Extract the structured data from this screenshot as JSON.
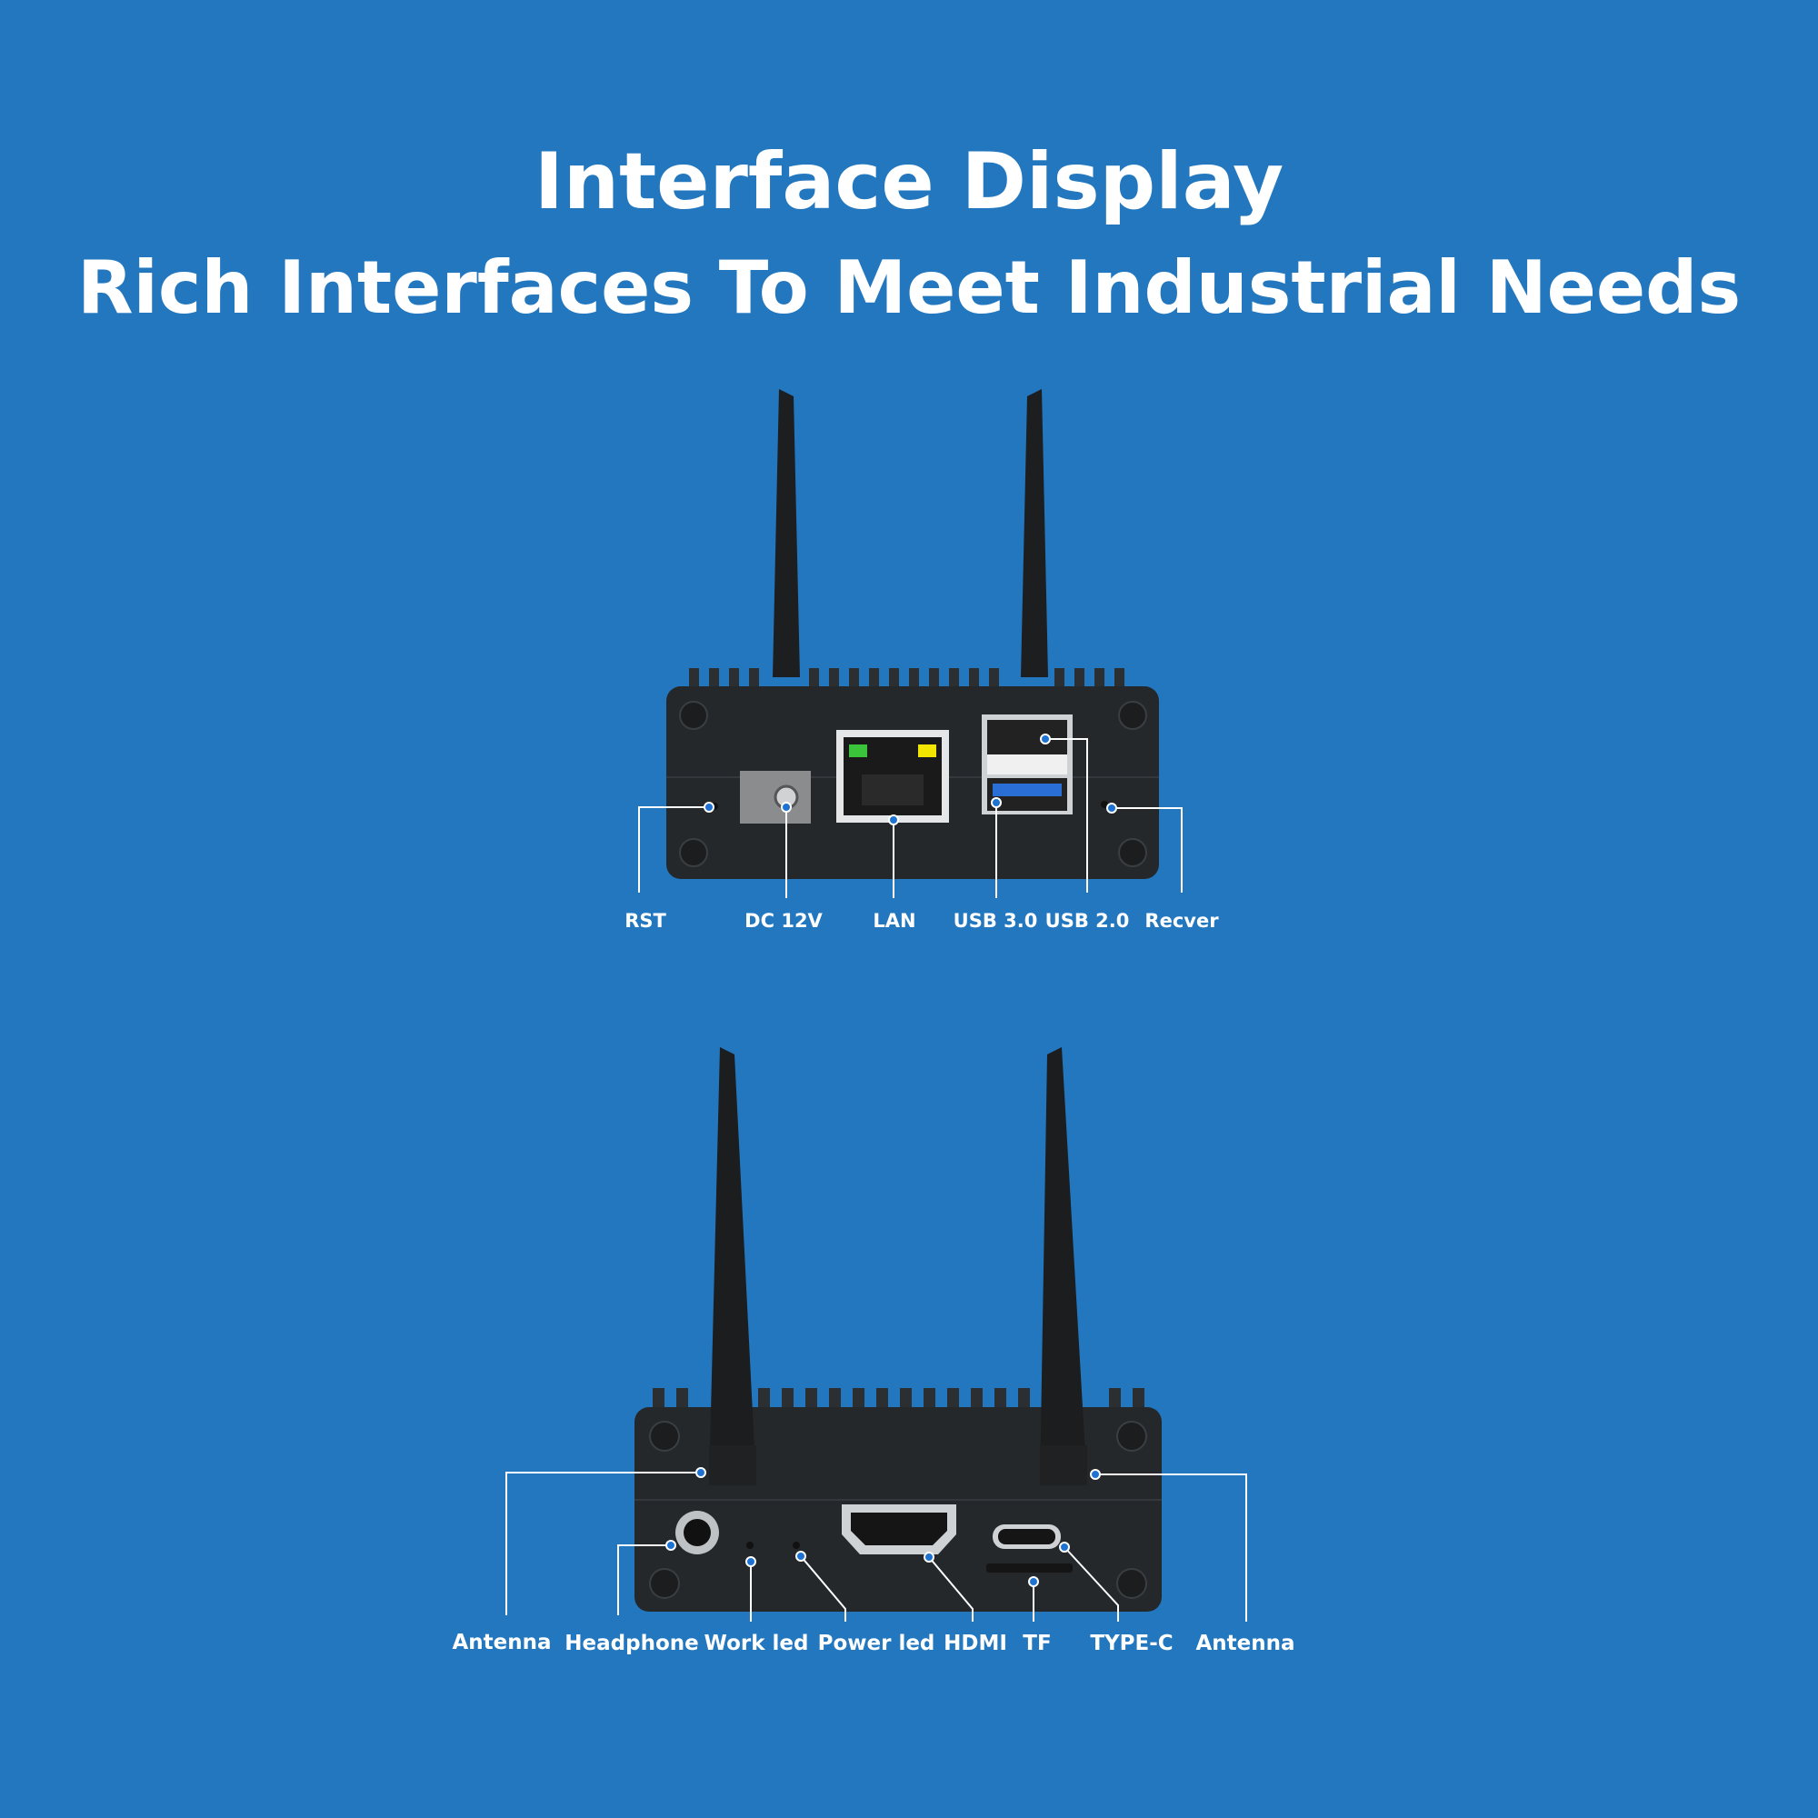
{
  "title": "Interface Display",
  "subtitle": "Rich Interfaces To Meet Industrial Needs",
  "colors": {
    "background": "#2277bf",
    "device": "#25282b",
    "callout": "#ffffff",
    "dot": "#1e73d2"
  },
  "rear_panel": {
    "labels": {
      "rst": "RST",
      "dc": "DC 12V",
      "lan": "LAN",
      "usb3": "USB 3.0",
      "usb2": "USB 2.0",
      "recver": "Recver"
    }
  },
  "front_panel": {
    "labels": {
      "antenna_left": "Antenna",
      "headphone": "Headphone",
      "work_led": "Work led",
      "power_led": "Power led",
      "hdmi": "HDMI",
      "tf": "TF",
      "typec": "TYPE-C",
      "antenna_right": "Antenna"
    }
  }
}
